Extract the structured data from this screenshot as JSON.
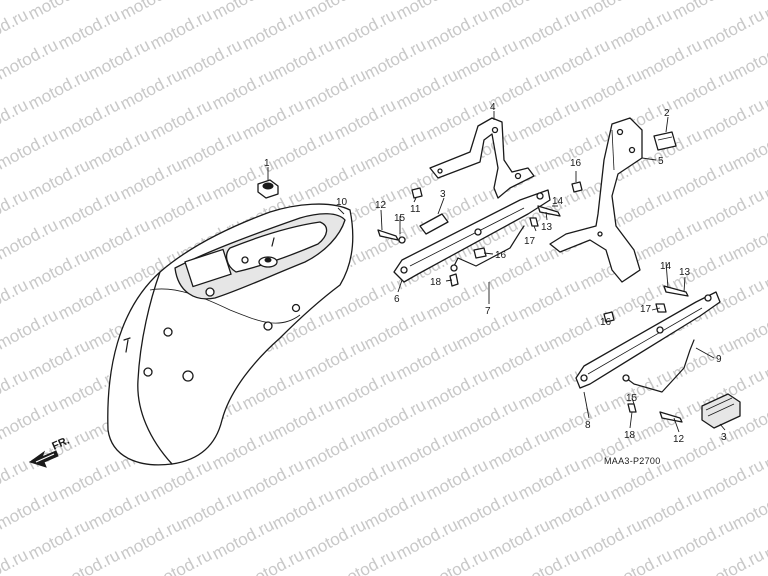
{
  "watermark": "motod.ru",
  "diagram_code": "MAA3-P2700",
  "direction_label": "FR.",
  "callouts": [
    "1",
    "2",
    "3",
    "3",
    "4",
    "5",
    "6",
    "7",
    "8",
    "9",
    "10",
    "11",
    "12",
    "12",
    "13",
    "13",
    "14",
    "14",
    "15",
    "15",
    "16",
    "16",
    "17",
    "17",
    "18",
    "18"
  ]
}
